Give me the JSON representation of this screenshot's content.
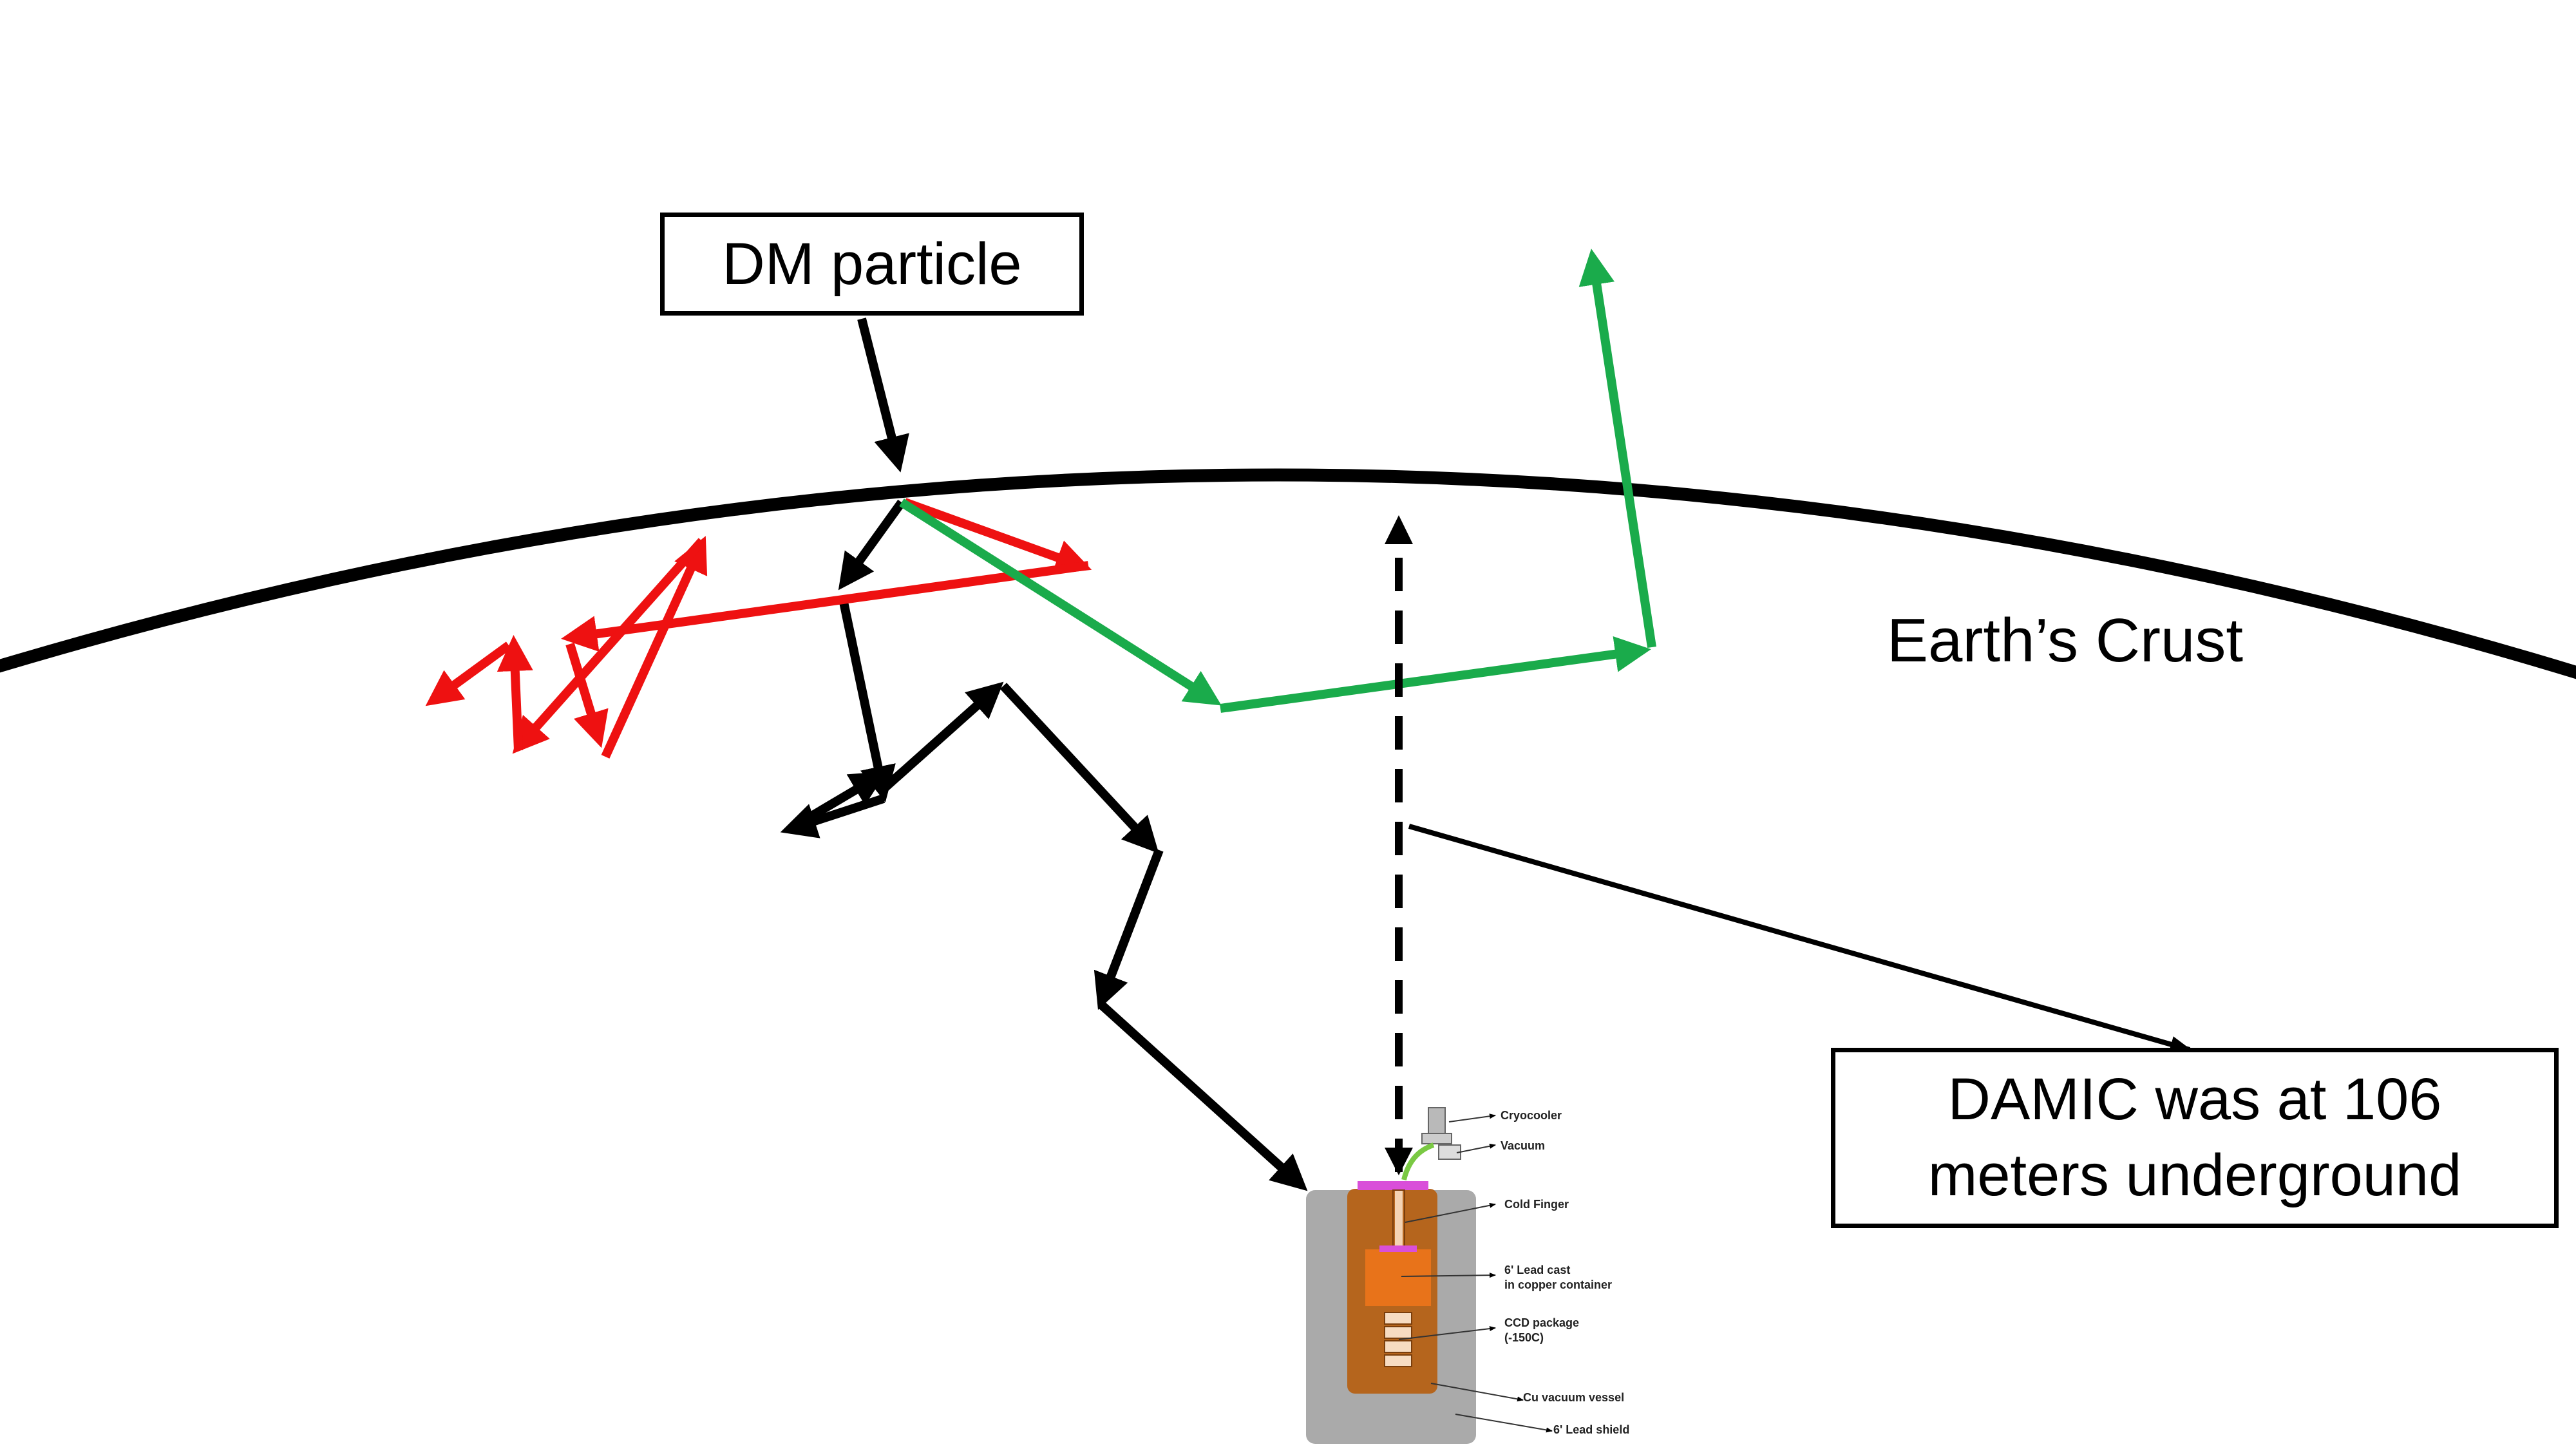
{
  "labels": {
    "dm_particle": "DM particle",
    "earth_crust": "Earth’s Crust",
    "damic_line1": "DAMIC was at 106",
    "damic_line2": "meters underground"
  },
  "detector": {
    "labels": [
      "Cryocooler",
      "Vacuum",
      "Cold Finger",
      "6' Lead cast",
      "in copper container",
      "CCD package",
      "(-150C)",
      "Cu vacuum vessel",
      "6' Lead shield"
    ]
  },
  "colors": {
    "black_path": "#000000",
    "red_path": "#ee1111",
    "green_path": "#1aab4b",
    "shield": "#aaaaaa",
    "vessel": "#b5651d",
    "lead_cast": "#e8731a",
    "flange": "#d94fd9"
  }
}
